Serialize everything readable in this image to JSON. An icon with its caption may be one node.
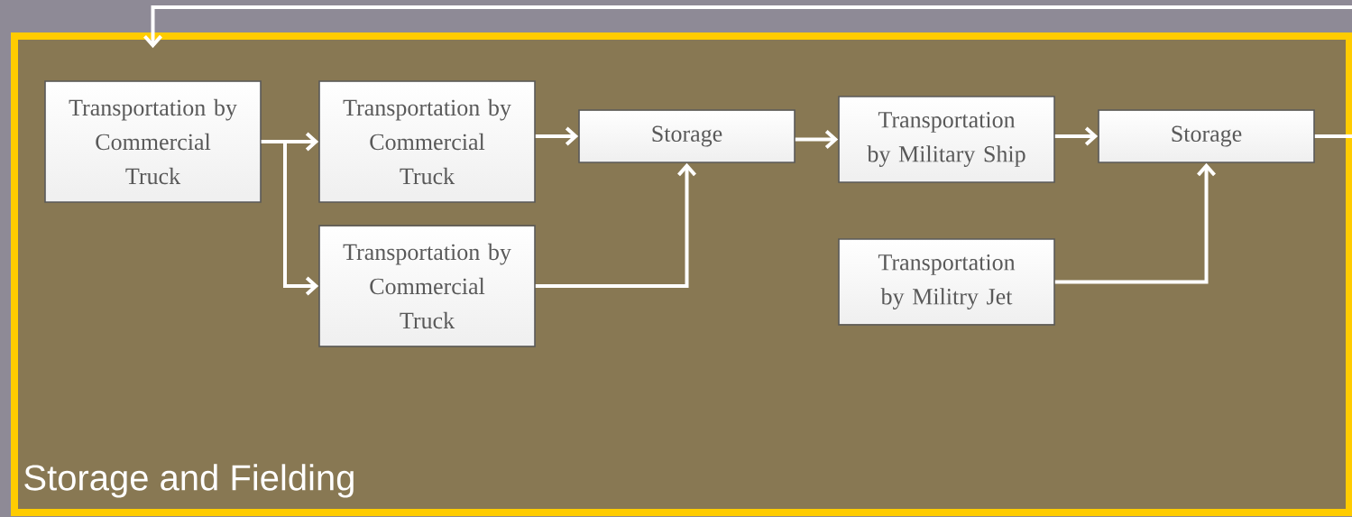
{
  "diagram": {
    "nodes": [
      {
        "text": [
          "Storage and Fielding"
        ]
      },
      {
        "text": [
          "Transportation by Commercial Truck"
        ],
        "in": 0
      },
      {
        "text": [
          "Transportation by Commercial Truck"
        ],
        "in": 0
      },
      {
        "text": [
          "Storage"
        ],
        "in": 0
      },
      {
        "text": [
          "Transportation by Military Ship"
        ],
        "in": 0
      },
      {
        "text": [
          "Storage"
        ],
        "in": 0
      },
      {
        "text": [
          "Transportation by Commercial Truck"
        ],
        "in": 0
      },
      {
        "text": [
          "Transportation by Militry Jet"
        ],
        "in": 0
      }
    ],
    "edges": [
      {
        "from": 1,
        "to": 2,
        "arrow": "to"
      },
      {
        "from": 1,
        "to": 6,
        "arrow": "to"
      },
      {
        "from": 2,
        "to": 3,
        "arrow": "to"
      },
      {
        "from": 6,
        "to": 3,
        "arrow": "to"
      },
      {
        "from": 3,
        "to": 4,
        "arrow": "to"
      },
      {
        "from": 4,
        "to": 5,
        "arrow": "to"
      },
      {
        "from": 7,
        "to": 5,
        "arrow": "to"
      },
      {
        "from": 5,
        "to": 1,
        "arrow": "to"
      }
    ]
  }
}
